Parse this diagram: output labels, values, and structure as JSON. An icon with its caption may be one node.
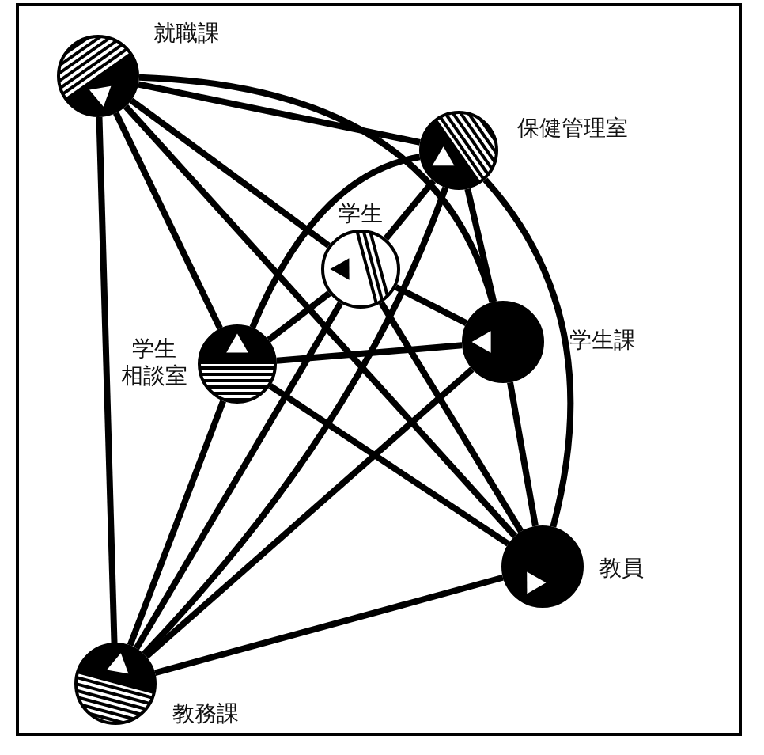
{
  "diagram": {
    "nodes": [
      {
        "text": [
          "就職課"
        ]
      },
      {
        "text": [
          "保健管理室"
        ]
      },
      {
        "text": [
          "学生"
        ]
      },
      {
        "text": [
          "学生相談室"
        ]
      },
      {
        "text": [
          "学生課"
        ]
      },
      {
        "text": [
          "教員"
        ]
      },
      {
        "text": [
          "教務課"
        ]
      }
    ],
    "edges": [
      {
        "from": 0,
        "to": 1,
        "arrow": "none"
      },
      {
        "from": 0,
        "to": 2,
        "arrow": "none"
      },
      {
        "from": 0,
        "to": 3,
        "arrow": "none"
      },
      {
        "from": 0,
        "to": 4,
        "arrow": "none"
      },
      {
        "from": 0,
        "to": 5,
        "arrow": "none"
      },
      {
        "from": 0,
        "to": 6,
        "arrow": "none"
      },
      {
        "from": 1,
        "to": 2,
        "arrow": "none"
      },
      {
        "from": 1,
        "to": 3,
        "arrow": "none"
      },
      {
        "from": 1,
        "to": 4,
        "arrow": "none"
      },
      {
        "from": 1,
        "to": 5,
        "arrow": "none"
      },
      {
        "from": 1,
        "to": 6,
        "arrow": "none"
      },
      {
        "from": 2,
        "to": 3,
        "arrow": "none"
      },
      {
        "from": 2,
        "to": 4,
        "arrow": "none"
      },
      {
        "from": 2,
        "to": 5,
        "arrow": "none"
      },
      {
        "from": 2,
        "to": 6,
        "arrow": "none"
      },
      {
        "from": 3,
        "to": 4,
        "arrow": "none"
      },
      {
        "from": 3,
        "to": 5,
        "arrow": "none"
      },
      {
        "from": 3,
        "to": 6,
        "arrow": "none"
      },
      {
        "from": 4,
        "to": 5,
        "arrow": "none"
      },
      {
        "from": 4,
        "to": 6,
        "arrow": "none"
      },
      {
        "from": 5,
        "to": 6,
        "arrow": "none"
      }
    ]
  }
}
